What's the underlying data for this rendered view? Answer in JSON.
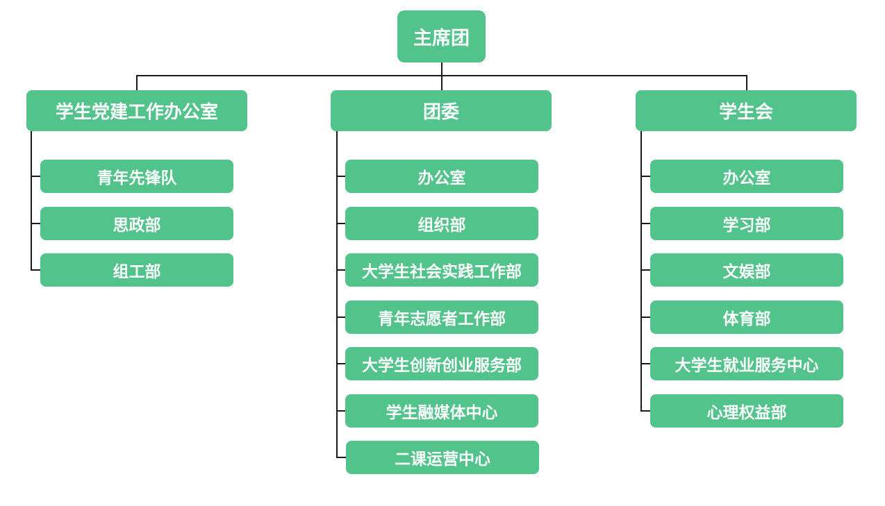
{
  "root": {
    "label": "主席团"
  },
  "columns": [
    {
      "label": "学生党建工作办公室",
      "items": [
        "青年先锋队",
        "思政部",
        "组工部"
      ]
    },
    {
      "label": "团委",
      "items": [
        "办公室",
        "组织部",
        "大学生社会实践工作部",
        "青年志愿者工作部",
        "大学生创新创业服务部",
        "学生融媒体中心",
        "二课运营中心"
      ]
    },
    {
      "label": "学生会",
      "items": [
        "办公室",
        "学习部",
        "文娱部",
        "体育部",
        "大学生就业服务中心",
        "心理权益部"
      ]
    }
  ],
  "colors": {
    "box": "#52c38b",
    "line": "#1a1a1a",
    "text": "#ffffff"
  }
}
